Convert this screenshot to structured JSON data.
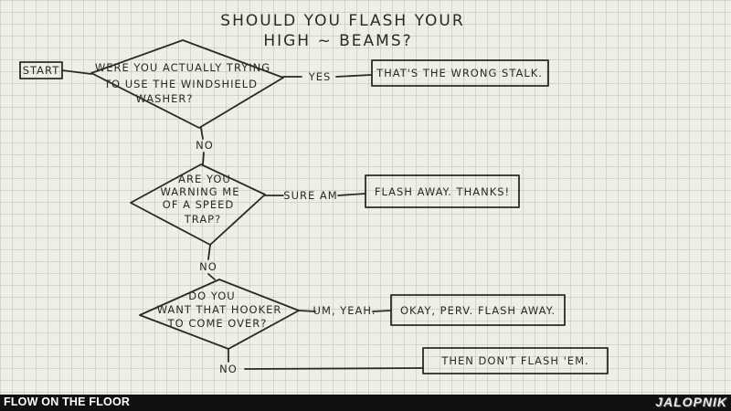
{
  "diagram": {
    "title_line1": "SHOULD YOU FLASH YOUR",
    "title_line2": "HIGH ~ BEAMS?",
    "start": "START",
    "q1_line1": "WERE YOU ACTUALLY TRYING",
    "q1_line2": "TO USE THE WINDSHIELD",
    "q1_line3": "WASHER?",
    "q1_yes": "YES",
    "q1_answer": "THAT'S THE WRONG STALK.",
    "q1_no": "NO",
    "q2_line1": "ARE YOU",
    "q2_line2": "WARNING ME",
    "q2_line3": "OF A SPEED",
    "q2_line4": "TRAP?",
    "q2_yes": "SURE AM",
    "q2_answer": "FLASH AWAY. THANKS!",
    "q2_no": "NO",
    "q3_line1": "DO YOU",
    "q3_line2": "WANT THAT HOOKER",
    "q3_line3": "TO COME OVER?",
    "q3_yes": "UM, YEAH.",
    "q3_answer": "OKAY, PERV. FLASH AWAY.",
    "q3_no": "NO",
    "final_answer": "THEN DON'T FLASH 'EM."
  },
  "footer": {
    "title": "FLOW ON THE FLOOR",
    "logo": "JALOPNIK"
  }
}
